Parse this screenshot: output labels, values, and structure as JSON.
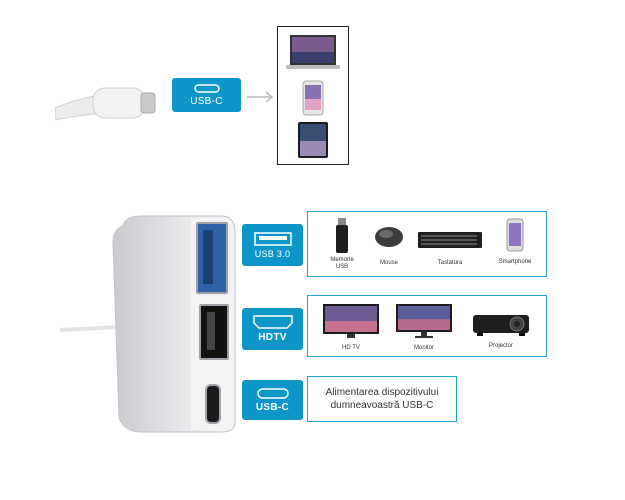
{
  "top": {
    "usbc_label": "USB-C"
  },
  "rows": {
    "usb": {
      "label": "USB 3.0",
      "items": [
        {
          "name": "usb-stick",
          "caption": "Memorie USB"
        },
        {
          "name": "mouse",
          "caption": "Mouse"
        },
        {
          "name": "keyboard",
          "caption": "Tastatura"
        },
        {
          "name": "smartphone",
          "caption": "Smartphone"
        }
      ]
    },
    "hdmi": {
      "label": "HDTV",
      "items": [
        {
          "name": "hdtv",
          "caption": "HD TV"
        },
        {
          "name": "monitor",
          "caption": "Monitor"
        },
        {
          "name": "projector",
          "caption": "Projector"
        }
      ]
    },
    "power": {
      "label": "USB-C",
      "text": "Alimentarea dispozitivului dumneavoastră USB-C"
    }
  },
  "colors": {
    "accent": "#0f96c9",
    "border": "#20a0cf",
    "adapter": "#d8d9db"
  }
}
